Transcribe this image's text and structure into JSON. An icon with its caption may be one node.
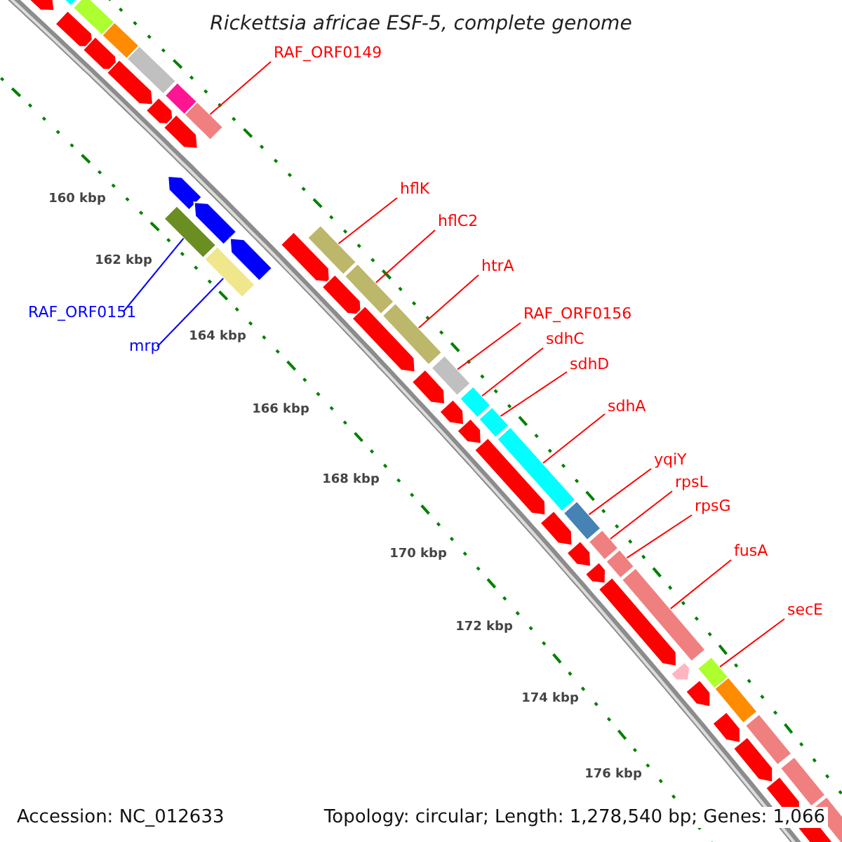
{
  "diagram": {
    "title": "Rickettsia africae ESF-5, complete genome",
    "nodes": [
      {
        "text": [
          "RAF_ORF0149"
        ]
      },
      {
        "text": [
          "hflK"
        ]
      },
      {
        "text": [
          "hflC2"
        ]
      },
      {
        "text": [
          "htrA"
        ]
      },
      {
        "text": [
          "RAF_ORF0156"
        ]
      },
      {
        "text": [
          "sdhC"
        ]
      },
      {
        "text": [
          "sdhD"
        ]
      },
      {
        "text": [
          "sdhA"
        ]
      },
      {
        "text": [
          "yqiY"
        ]
      },
      {
        "text": [
          "rpsL"
        ]
      },
      {
        "text": [
          "rpsG"
        ]
      },
      {
        "text": [
          "fusA"
        ]
      },
      {
        "text": [
          "secE"
        ]
      },
      {
        "text": [
          "RAF_ORF0151"
        ]
      },
      {
        "text": [
          "mrp"
        ]
      },
      {
        "text": [],
        "shape": "box"
      },
      {
        "text": [],
        "shape": "box"
      },
      {
        "text": [],
        "shape": "box"
      },
      {
        "text": [],
        "shape": "box"
      },
      {
        "text": [],
        "shape": "box"
      },
      {
        "text": [],
        "shape": "box"
      },
      {
        "text": [],
        "shape": "box"
      },
      {
        "text": [],
        "shape": "box"
      },
      {
        "text": [],
        "shape": "box"
      },
      {
        "text": [],
        "shape": "box"
      },
      {
        "text": [],
        "shape": "box"
      },
      {
        "text": [],
        "shape": "box"
      },
      {
        "text": [],
        "shape": "box"
      },
      {
        "text": [],
        "shape": "box"
      },
      {
        "text": [],
        "shape": "box"
      }
    ],
    "edges": [
      {
        "from": 0,
        "to": 15,
        "arrow": "none"
      },
      {
        "from": 1,
        "to": 18,
        "arrow": "none"
      },
      {
        "from": 2,
        "to": 19,
        "arrow": "none"
      },
      {
        "from": 3,
        "to": 20,
        "arrow": "none"
      },
      {
        "from": 4,
        "to": 21,
        "arrow": "none"
      },
      {
        "from": 5,
        "to": 22,
        "arrow": "none"
      },
      {
        "from": 6,
        "to": 23,
        "arrow": "none"
      },
      {
        "from": 7,
        "to": 24,
        "arrow": "none"
      },
      {
        "from": 8,
        "to": 25,
        "arrow": "none"
      },
      {
        "from": 9,
        "to": 26,
        "arrow": "none"
      },
      {
        "from": 10,
        "to": 27,
        "arrow": "none"
      },
      {
        "from": 11,
        "to": 28,
        "arrow": "none"
      },
      {
        "from": 12,
        "to": 29,
        "arrow": "none"
      },
      {
        "from": 13,
        "to": 16,
        "arrow": "none",
        "color": "#0000ff"
      },
      {
        "from": 14,
        "to": 17,
        "arrow": "none",
        "color": "#0000ff"
      }
    ],
    "labels": [
      "160 kbp",
      "162 kbp",
      "164 kbp",
      "166 kbp",
      "168 kbp",
      "170 kbp",
      "172 kbp",
      "174 kbp",
      "176 kbp",
      "Accession: NC_012633",
      "Topology: circular; Length: 1,278,540 bp; Genes: 1,066"
    ]
  }
}
